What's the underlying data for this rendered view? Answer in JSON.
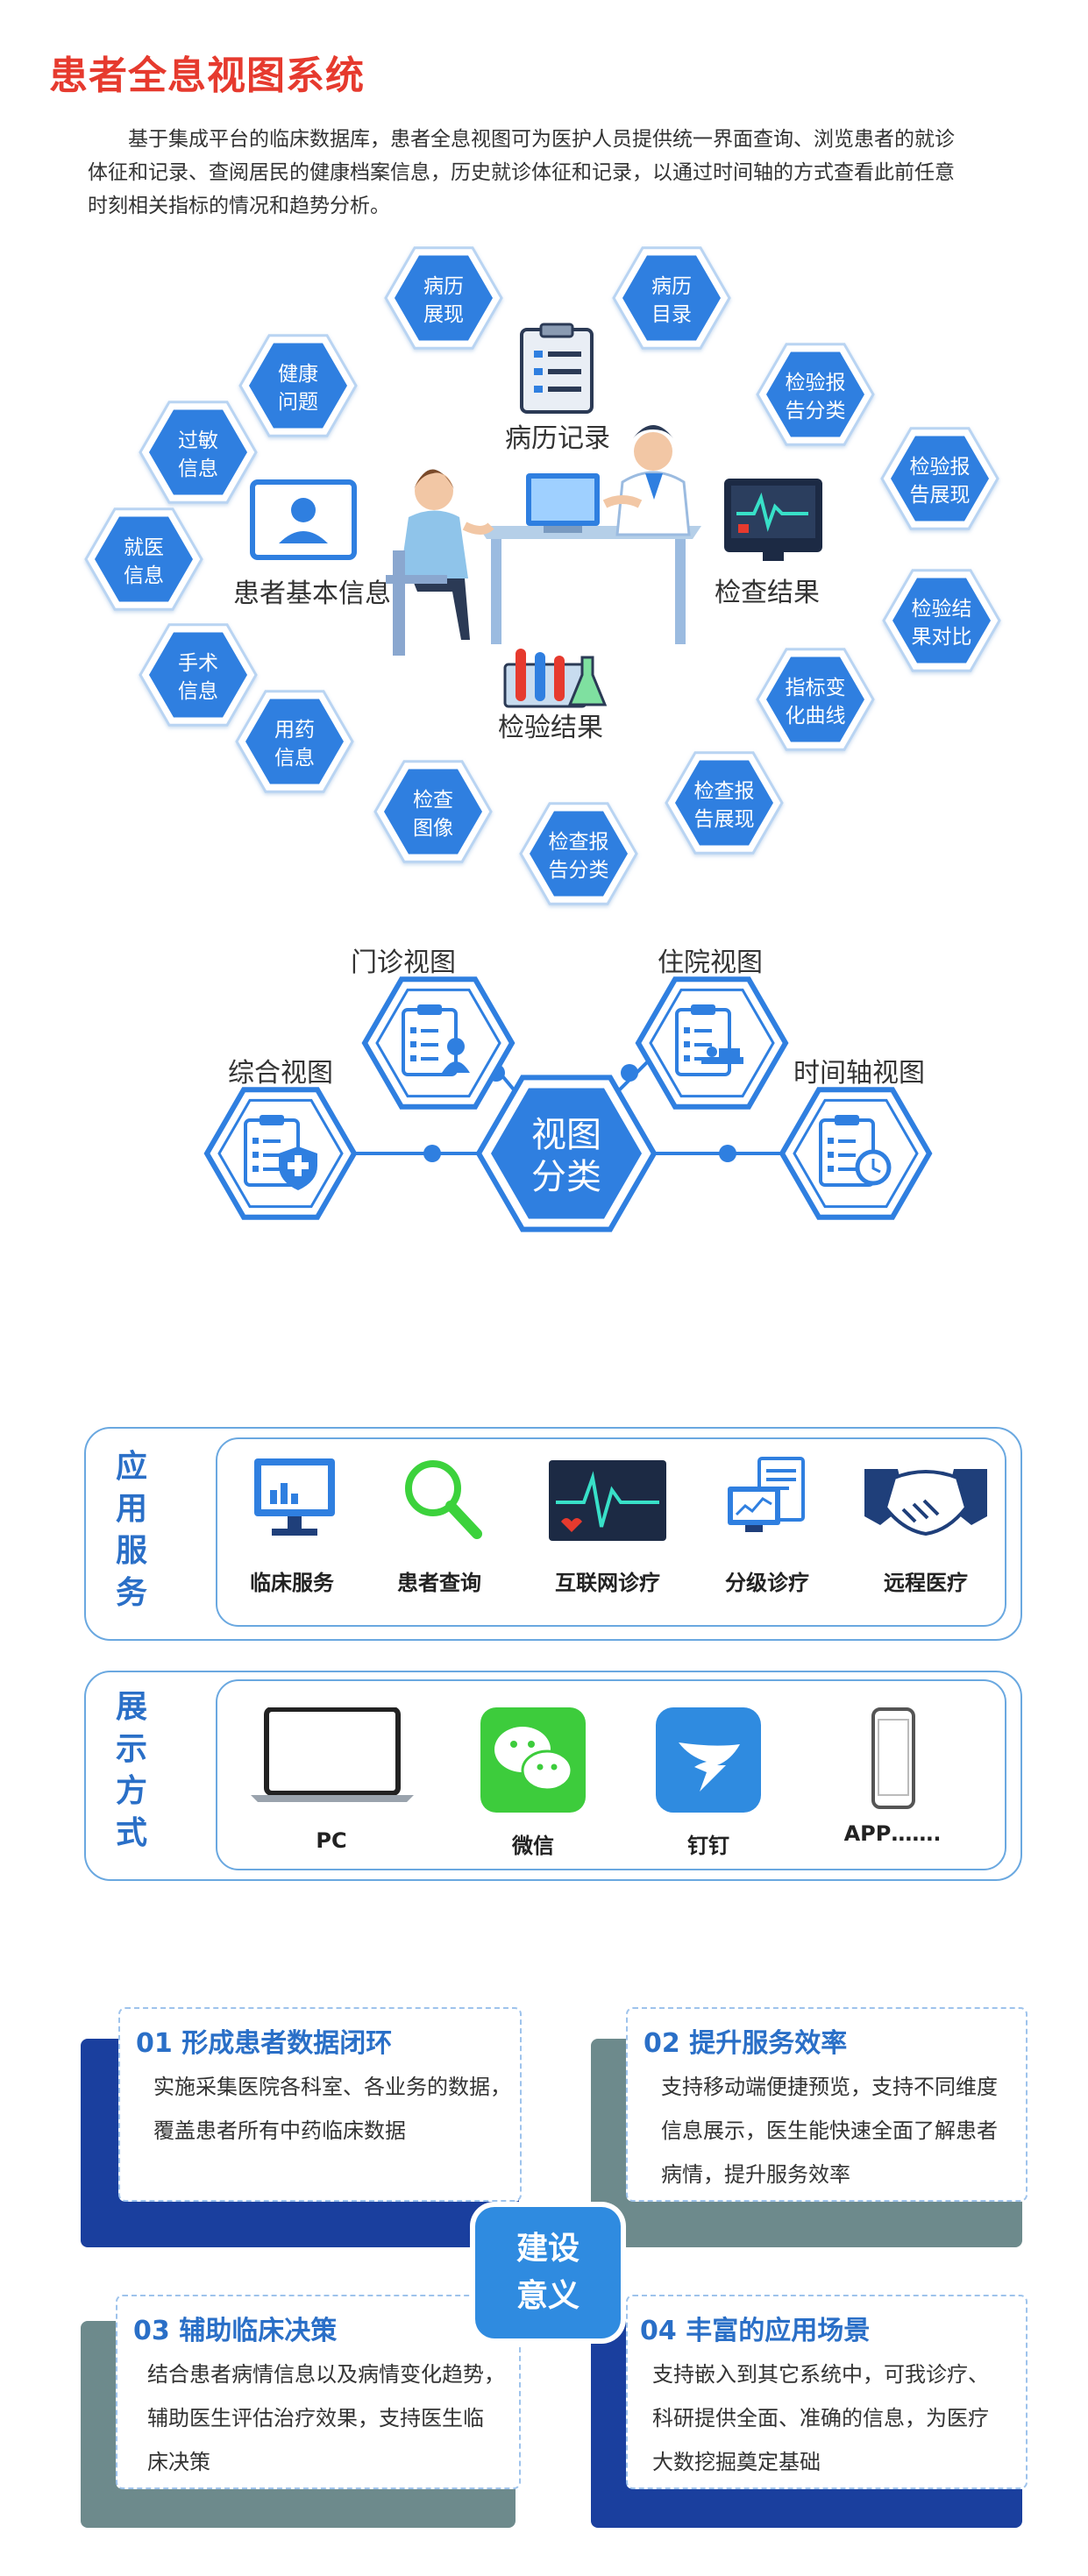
{
  "title": "患者全息视图系统",
  "intro_lines": [
    "基于集成平台的临床数据库，患者全息视图可为医护人员提供统一界面查询、浏览患者的就诊",
    "体征和记录、查阅居民的健康档案信息，历史就诊体征和记录，以通过时间轴的方式查看此前任意",
    "时刻相关指标的情况和趋势分析。"
  ],
  "hub": {
    "hexagons": [
      [
        "病历",
        "展现"
      ],
      [
        "病历",
        "目录"
      ],
      [
        "健康",
        "问题"
      ],
      [
        "检验报",
        "告分类"
      ],
      [
        "过敏",
        "信息"
      ],
      [
        "检验报",
        "告展现"
      ],
      [
        "就医",
        "信息"
      ],
      [
        "检验结",
        "果对比"
      ],
      [
        "手术",
        "信息"
      ],
      [
        "指标变",
        "化曲线"
      ],
      [
        "用药",
        "信息"
      ],
      [
        "检查报",
        "告展现"
      ],
      [
        "检查",
        "图像"
      ],
      [
        "检查报",
        "告分类"
      ]
    ],
    "center_labels": {
      "record": "病历记录",
      "basic": "患者基本信息",
      "check": "检查结果",
      "test": "检验结果"
    }
  },
  "views": {
    "center": [
      "视图",
      "分类"
    ],
    "items": [
      "门诊视图",
      "住院视图",
      "综合视图",
      "时间轴视图"
    ]
  },
  "services": {
    "title": [
      "应",
      "用",
      "服",
      "务"
    ],
    "items": [
      "临床服务",
      "患者查询",
      "互联网诊疗",
      "分级诊疗",
      "远程医疗"
    ]
  },
  "display": {
    "title": [
      "展",
      "示",
      "方",
      "式"
    ],
    "items": [
      "PC",
      "微信",
      "钉钉",
      "APP……."
    ]
  },
  "significance": {
    "center": [
      "建设",
      "意义"
    ],
    "cards": [
      {
        "title": "01 形成患者数据闭环",
        "lines": [
          "实施采集医院各科室、各业务的数据，",
          "覆盖患者所有中药临床数据"
        ]
      },
      {
        "title": "02 提升服务效率",
        "lines": [
          "支持移动端便捷预览，支持不同维度",
          "信息展示，医生能快速全面了解患者",
          "病情，提升服务效率"
        ]
      },
      {
        "title": "03 辅助临床决策",
        "lines": [
          "结合患者病情信息以及病情变化趋势，",
          "辅助医生评估治疗效果，支持医生临",
          "床决策"
        ]
      },
      {
        "title": "04 丰富的应用场景",
        "lines": [
          "支持嵌入到其它系统中，可我诊疗、",
          "科研提供全面、准确的信息，为医疗",
          "大数挖掘奠定基础"
        ]
      }
    ]
  },
  "colors": {
    "accent": "#2f7fe0",
    "title": "#e63a2e",
    "navy": "#1a3f9e",
    "grey": "#6d8a8c"
  }
}
